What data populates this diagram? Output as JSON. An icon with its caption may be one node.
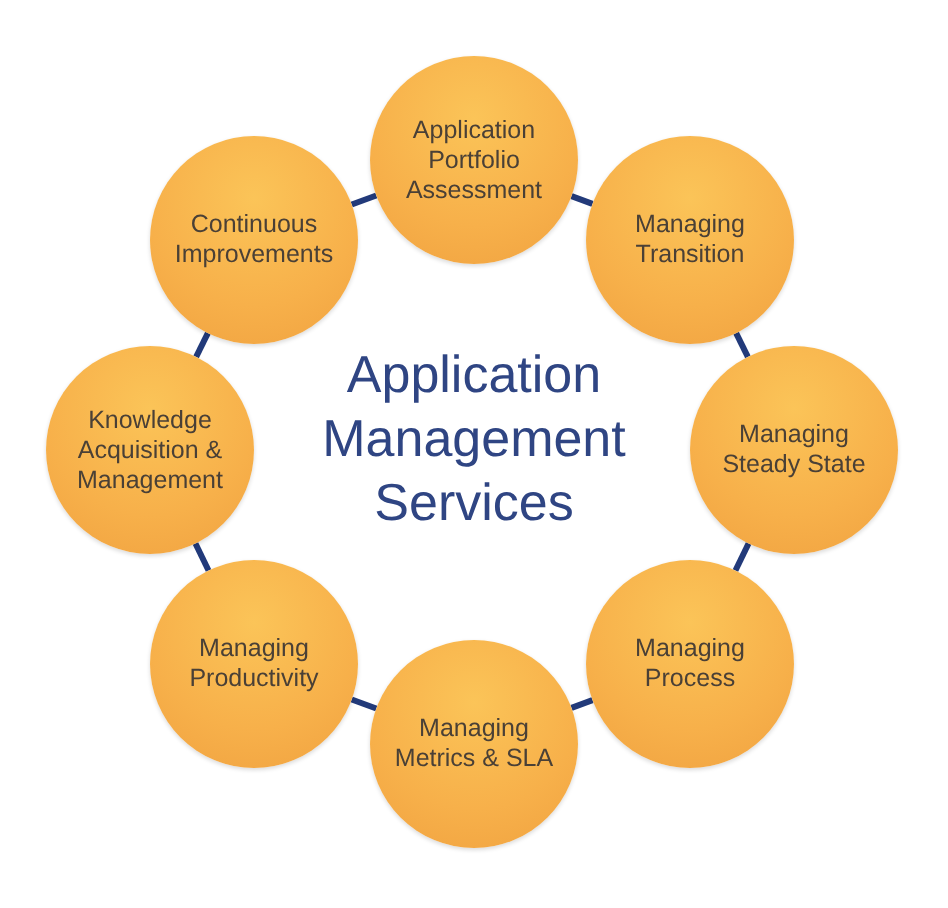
{
  "diagram": {
    "title": "Application Management Services",
    "nodes": [
      {
        "text": [
          "Application Portfolio Assessment"
        ]
      },
      {
        "text": [
          "Managing Transition"
        ]
      },
      {
        "text": [
          "Managing Steady State"
        ]
      },
      {
        "text": [
          "Managing Process"
        ]
      },
      {
        "text": [
          "Managing Metrics & SLA"
        ]
      },
      {
        "text": [
          "Managing Productivity"
        ]
      },
      {
        "text": [
          "Knowledge Acquisition & Management"
        ]
      },
      {
        "text": [
          "Continuous Improvements"
        ]
      }
    ],
    "edges": [
      {
        "from": 0,
        "to": 1,
        "arrow": "none"
      },
      {
        "from": 1,
        "to": 2,
        "arrow": "none"
      },
      {
        "from": 2,
        "to": 3,
        "arrow": "none"
      },
      {
        "from": 3,
        "to": 4,
        "arrow": "none"
      },
      {
        "from": 4,
        "to": 5,
        "arrow": "none"
      },
      {
        "from": 5,
        "to": 6,
        "arrow": "none"
      },
      {
        "from": 6,
        "to": 7,
        "arrow": "none"
      },
      {
        "from": 7,
        "to": 0,
        "arrow": "none"
      }
    ]
  }
}
